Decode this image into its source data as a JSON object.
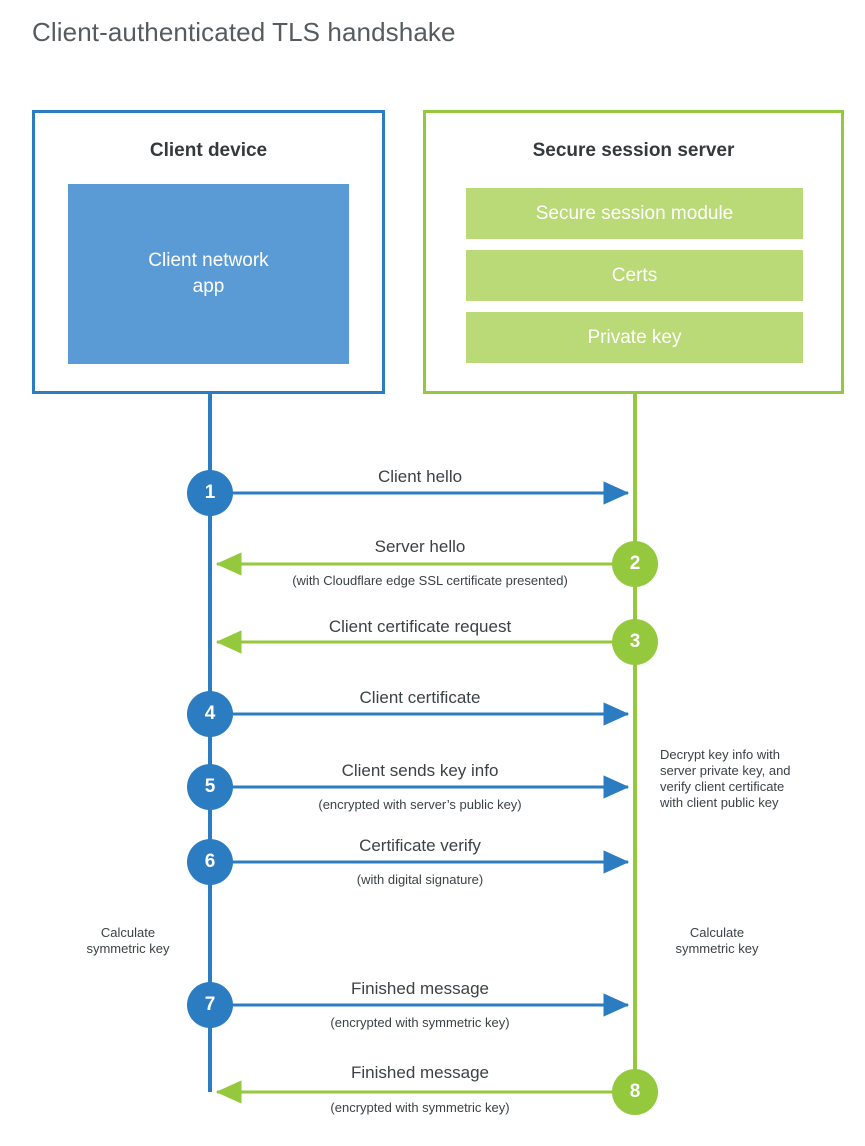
{
  "title": "Client-authenticated TLS handshake",
  "colors": {
    "client_accent": "#2b7cc0",
    "client_fill": "#5b9bd5",
    "server_accent": "#95c93d",
    "server_fill": "#bada77",
    "text": "#3b4245",
    "title_text": "#555b5e",
    "background": "#ffffff"
  },
  "actors": {
    "client": {
      "title": "Client device",
      "app_label": "Client network\napp",
      "app_label_line1": "Client network",
      "app_label_line2": "app"
    },
    "server": {
      "title": "Secure session server",
      "items": [
        {
          "label": "Secure session module"
        },
        {
          "label": "Certs"
        },
        {
          "label": "Private key"
        }
      ]
    }
  },
  "steps": [
    {
      "number": "1",
      "label": "Client hello",
      "sublabel": "",
      "direction": "client-to-server",
      "origin": "client"
    },
    {
      "number": "2",
      "label": "Server hello",
      "sublabel": "(with Cloudflare edge SSL certificate presented)",
      "direction": "server-to-client",
      "origin": "server"
    },
    {
      "number": "3",
      "label": "Client certificate request",
      "sublabel": "",
      "direction": "server-to-client",
      "origin": "server"
    },
    {
      "number": "4",
      "label": "Client certificate",
      "sublabel": "",
      "direction": "client-to-server",
      "origin": "client"
    },
    {
      "number": "5",
      "label": "Client sends key info",
      "sublabel": "(encrypted with server’s public key)",
      "direction": "client-to-server",
      "origin": "client"
    },
    {
      "number": "6",
      "label": "Certificate verify",
      "sublabel": "(with digital signature)",
      "direction": "client-to-server",
      "origin": "client"
    },
    {
      "number": "7",
      "label": "Finished message",
      "sublabel": "(encrypted with symmetric key)",
      "direction": "client-to-server",
      "origin": "client"
    },
    {
      "number": "8",
      "label": "Finished message",
      "sublabel": "(encrypted with symmetric key)",
      "direction": "server-to-client",
      "origin": "server"
    }
  ],
  "notes": {
    "server_decrypt": "Decrypt key info with\nserver private key, and\nverify client certificate\nwith client public key",
    "client_calculate": "Calculate\nsymmetric key",
    "server_calculate": "Calculate\nsymmetric key"
  }
}
